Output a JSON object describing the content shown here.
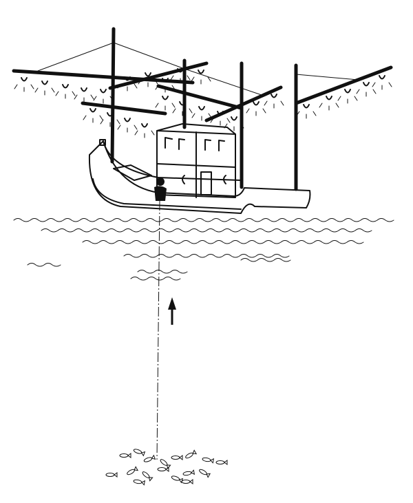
{
  "colors": {
    "ink": "#111111",
    "paper": "#ffffff"
  },
  "scene": {
    "subject": "fishing-boat-with-lamps",
    "icons": [
      "boat",
      "lamp",
      "wave",
      "fishing-line",
      "up-arrow",
      "fish"
    ]
  }
}
